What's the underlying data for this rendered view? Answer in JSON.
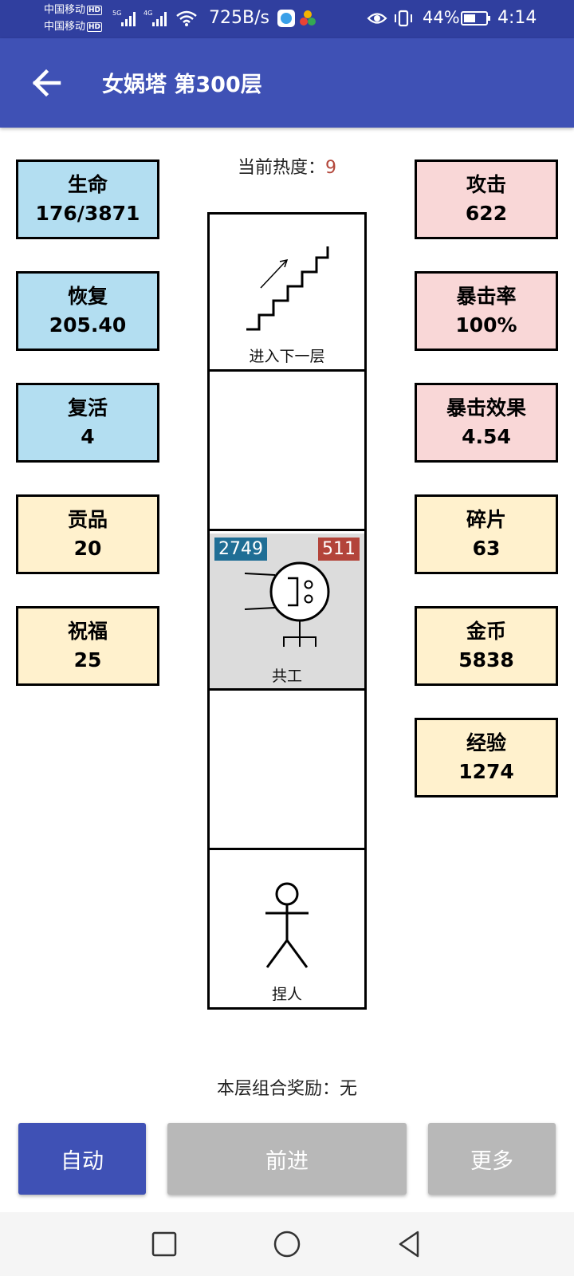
{
  "status_bar": {
    "carrier1": "中国移动",
    "carrier2": "中国移动",
    "hd": "HD",
    "net1": "5G",
    "net2": "4G",
    "net_speed": "725B/s",
    "battery": "44%",
    "time": "4:14",
    "icons": [
      "signal-icon",
      "wifi-icon",
      "eye-icon",
      "vibrate-icon",
      "battery-icon"
    ]
  },
  "app_bar": {
    "title": "女娲塔 第300层"
  },
  "heat": {
    "label": "当前热度：",
    "value": "9"
  },
  "stats_left": [
    {
      "label": "生命",
      "value": "176/3871"
    },
    {
      "label": "恢复",
      "value": "205.40"
    },
    {
      "label": "复活",
      "value": "4"
    },
    {
      "label": "贡品",
      "value": "20"
    },
    {
      "label": "祝福",
      "value": "25"
    }
  ],
  "stats_right": [
    {
      "label": "攻击",
      "value": "622"
    },
    {
      "label": "暴击率",
      "value": "100%"
    },
    {
      "label": "暴击效果",
      "value": "4.54"
    },
    {
      "label": "碎片",
      "value": "63"
    },
    {
      "label": "金币",
      "value": "5838"
    },
    {
      "label": "经验",
      "value": "1274"
    }
  ],
  "tower": {
    "stairs_label": "进入下一层",
    "enemy": {
      "name": "共工",
      "hp": "2749",
      "attack": "511"
    },
    "player_label": "捏人"
  },
  "combo": {
    "label": "本层组合奖励：",
    "value": "无"
  },
  "buttons": {
    "auto": "自动",
    "forward": "前进",
    "more": "更多"
  },
  "colors": {
    "primary": "#3f51b5",
    "status_bar": "#303f9f",
    "card_blue": "#b3def1",
    "card_pink": "#f9d7d7",
    "card_yellow": "#fff1cd",
    "hp_badge": "#1f6e95",
    "atk_badge": "#b3443a",
    "disabled_button": "#b8b8b8"
  }
}
